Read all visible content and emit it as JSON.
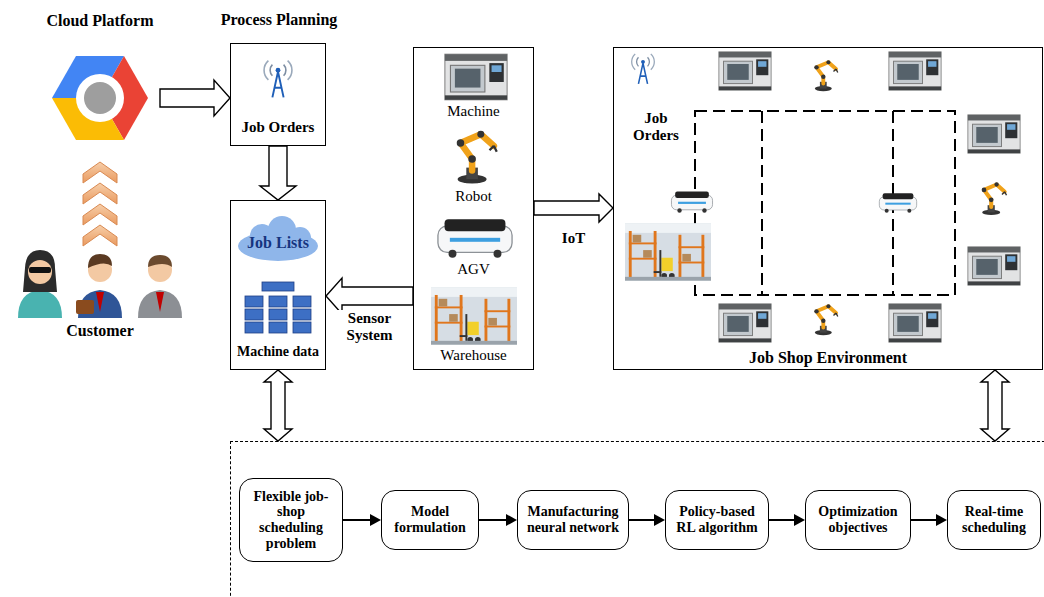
{
  "diagram": {
    "nodes": [
      {
        "text": [
          "Cloud Platform"
        ]
      },
      {
        "text": [
          "Customer"
        ]
      },
      {
        "text": [
          "Process Planning",
          "Job Orders"
        ]
      },
      {
        "text": [
          "Job Lists",
          "Machine data"
        ]
      },
      {
        "text": [
          "Machine",
          "Robot",
          "AGV",
          "Warehouse"
        ]
      },
      {
        "text": [
          "Job Orders",
          "Job Shop Environment"
        ]
      },
      {
        "text": []
      },
      {
        "text": [
          "Flexible job-shop scheduling problem"
        ],
        "in": 6
      },
      {
        "text": [
          "Model formulation"
        ],
        "in": 6
      },
      {
        "text": [
          "Manufacturing neural network"
        ],
        "in": 6
      },
      {
        "text": [
          "Policy-based RL algorithm"
        ],
        "in": 6
      },
      {
        "text": [
          "Optimization objectives"
        ],
        "in": 6
      },
      {
        "text": [
          "Real-time scheduling"
        ],
        "in": 6
      }
    ],
    "edges": [
      {
        "from": 1,
        "to": 0,
        "arrow": "to"
      },
      {
        "from": 0,
        "to": 2,
        "arrow": "to"
      },
      {
        "from": 2,
        "to": 3,
        "arrow": "to"
      },
      {
        "from": 4,
        "to": 3,
        "label": "Sensor System",
        "arrow": "to"
      },
      {
        "from": 4,
        "to": 5,
        "label": "IoT",
        "arrow": "to"
      },
      {
        "from": 3,
        "to": 6,
        "arrow": "both"
      },
      {
        "from": 5,
        "to": 6,
        "arrow": "both"
      },
      {
        "from": 7,
        "to": 8,
        "arrow": "to"
      },
      {
        "from": 8,
        "to": 9,
        "arrow": "to"
      },
      {
        "from": 9,
        "to": 10,
        "arrow": "to"
      },
      {
        "from": 10,
        "to": 11,
        "arrow": "to"
      },
      {
        "from": 11,
        "to": 12,
        "arrow": "to"
      }
    ]
  }
}
